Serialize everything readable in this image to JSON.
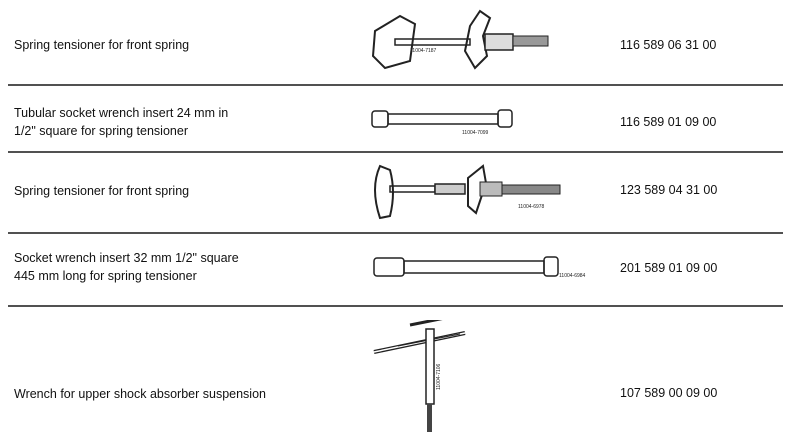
{
  "items": [
    {
      "description": [
        "Spring tensioner for front spring"
      ],
      "part_number": "116 589 06 31 00",
      "figure_label": "11004-7187"
    },
    {
      "description": [
        "Tubular socket wrench insert 24 mm in",
        "1/2\" square for spring tensioner"
      ],
      "part_number": "116 589 01 09 00",
      "figure_label": "11004-7099"
    },
    {
      "description": [
        "Spring tensioner for front spring"
      ],
      "part_number": "123 589 04 31 00",
      "figure_label": "11004-6978"
    },
    {
      "description": [
        "Socket wrench insert 32 mm 1/2\" square",
        "445 mm long for spring tensioner"
      ],
      "part_number": "201 589 01 09 00",
      "figure_label": "11004-6984"
    },
    {
      "description": [
        "Wrench for upper shock absorber suspension"
      ],
      "part_number": "107 589 00 09 00",
      "figure_label": "11004-7106"
    }
  ]
}
